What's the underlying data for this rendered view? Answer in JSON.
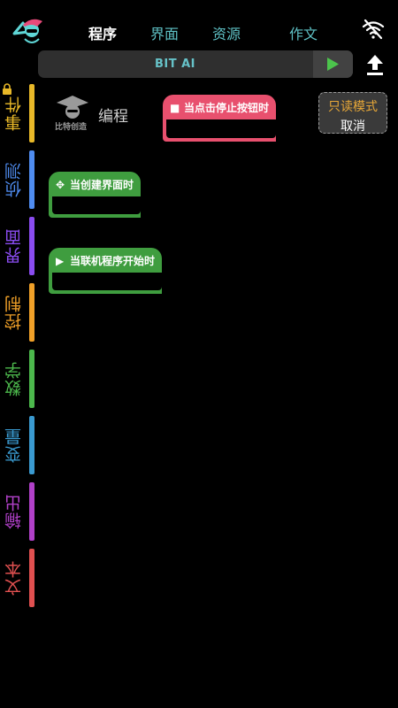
{
  "header": {
    "tabs": [
      {
        "label": "程序",
        "active": true
      },
      {
        "label": "界面",
        "active": false
      },
      {
        "label": "资源",
        "active": false
      },
      {
        "label": "作文",
        "active": false
      }
    ]
  },
  "ai_bar": {
    "label": "BIT AI"
  },
  "categories": [
    {
      "label": "事件",
      "color": "#e8b828"
    },
    {
      "label": "侦测",
      "color": "#4f8cf0"
    },
    {
      "label": "界面",
      "color": "#8a4cf0"
    },
    {
      "label": "控制",
      "color": "#f0a028"
    },
    {
      "label": "数学",
      "color": "#4cb84c"
    },
    {
      "label": "变量",
      "color": "#3a9ad0"
    },
    {
      "label": "输出",
      "color": "#b040c8"
    },
    {
      "label": "文本",
      "color": "#e05050"
    }
  ],
  "workspace": {
    "brand_text": "比特创造",
    "mode_label": "编程"
  },
  "readonly": {
    "line1": "只读模式",
    "line2": "取消"
  },
  "blocks": [
    {
      "label": "当点击停止按钮时",
      "icon": "stop-square-icon",
      "color": "#e8506e"
    },
    {
      "label": "当创建界面时",
      "icon": "sparkle-icon",
      "color": "#3f9d3f"
    },
    {
      "label": "当联机程序开始时",
      "icon": "play-triangle-icon",
      "color": "#3f9d3f"
    }
  ]
}
